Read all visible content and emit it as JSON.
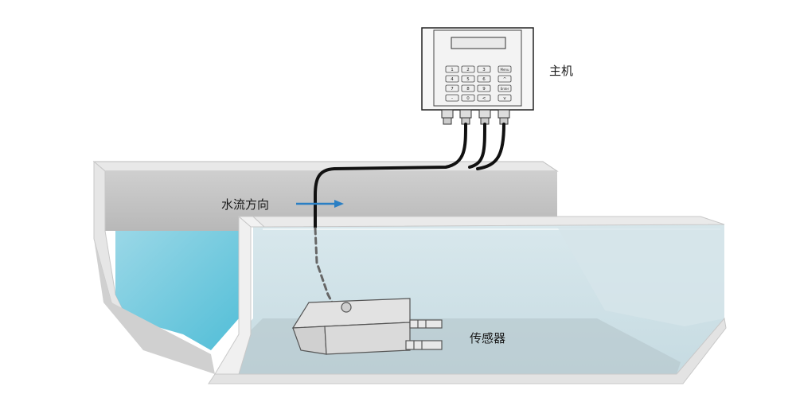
{
  "labels": {
    "host": "主机",
    "flow_direction": "水流方向",
    "sensor": "传感器"
  },
  "keypad": {
    "keys": [
      "1",
      "2",
      "3",
      "Menu",
      "4",
      "5",
      "6",
      "^",
      "7",
      "8",
      "9",
      "Enter",
      "-",
      "0",
      "<",
      "v"
    ]
  },
  "colors": {
    "water_light": "#cfe3ea",
    "water_deep": "#5cc0d8",
    "concrete": "#d9d9d9",
    "arrow": "#2a7fc4",
    "cable": "#111111"
  }
}
